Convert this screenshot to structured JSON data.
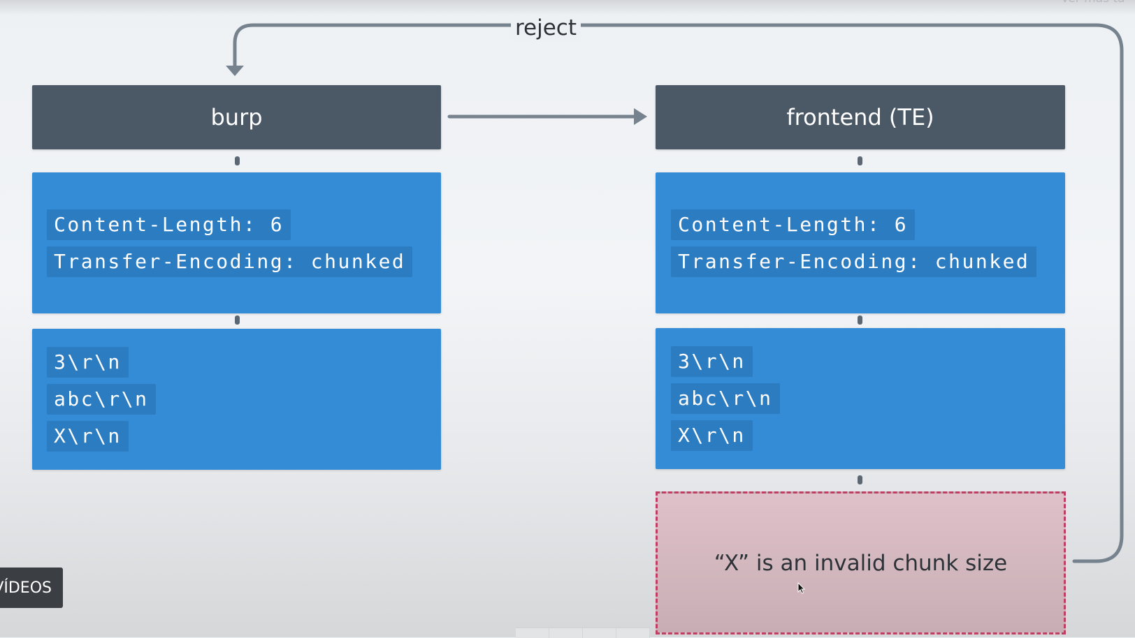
{
  "diagram": {
    "reject_label": "reject",
    "left_column": {
      "header": "burp",
      "headers_block": [
        "Content-Length: 6",
        "Transfer-Encoding: chunked"
      ],
      "body_block": [
        "3\\r\\n",
        "abc\\r\\n",
        "X\\r\\n"
      ]
    },
    "right_column": {
      "header": "frontend (TE)",
      "headers_block": [
        "Content-Length: 6",
        "Transfer-Encoding: chunked"
      ],
      "body_block": [
        "3\\r\\n",
        "abc\\r\\n",
        "X\\r\\n"
      ]
    },
    "error_message": "“X” is an invalid chunk size"
  },
  "overlay": {
    "corner_text": "Ver más ta",
    "videos_badge": "VÍDEOS"
  },
  "colors": {
    "header": "#4b5967",
    "panel": "#348bd6",
    "code_bg": "#2c7cc2",
    "error_border": "#bf3e63",
    "connector": "#76828d"
  },
  "icons": [
    "arrow-right-icon",
    "arrow-down-icon",
    "mouse-cursor-icon"
  ]
}
